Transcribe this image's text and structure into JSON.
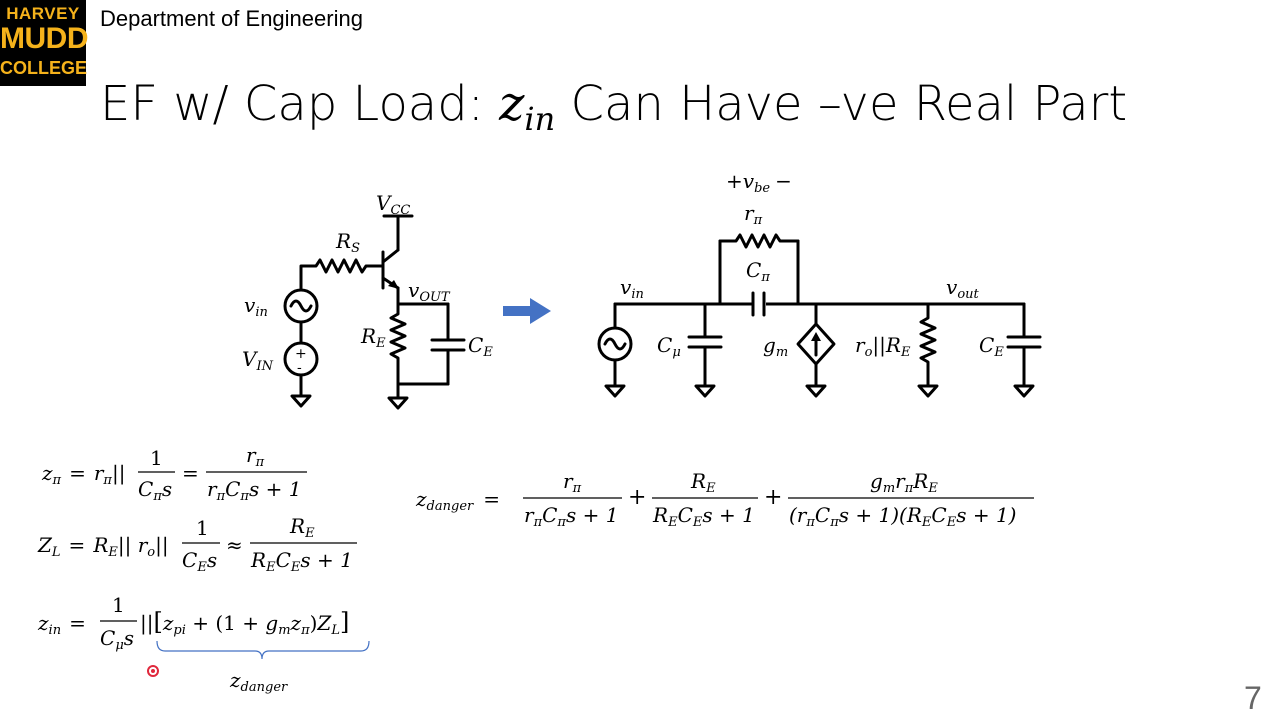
{
  "header": {
    "logo_line1": "HARVEY",
    "logo_line2": "MUDD",
    "logo_line3": "COLLEGE",
    "department": "Department of Engineering"
  },
  "title": {
    "prefix": "EF w/ Cap Load: ",
    "var_main": "z",
    "var_sub": "in",
    "suffix": " Can Have –ve Real Part"
  },
  "page_number": "7",
  "colors": {
    "arrow": "#4472c4",
    "brace": "#4472c4",
    "pointer": "#e0283c",
    "logo_bg": "#000000",
    "logo_text": "#f5b21b"
  },
  "left_circuit": {
    "vcc": {
      "m": "V",
      "s": "CC"
    },
    "rs": {
      "m": "R",
      "s": "S"
    },
    "vout": {
      "m": "v",
      "s": "OUT"
    },
    "vin": {
      "m": "v",
      "s": "in"
    },
    "vin_dc": {
      "m": "V",
      "s": "IN"
    },
    "re": {
      "m": "R",
      "s": "E"
    },
    "ce": {
      "m": "C",
      "s": "E"
    },
    "plus": "+",
    "minus": "-"
  },
  "right_circuit": {
    "vbe_plus": "+",
    "vbe": {
      "m": "v",
      "s": "be"
    },
    "vbe_minus": "−",
    "rpi": {
      "m": "r",
      "s": "π"
    },
    "cpi": {
      "m": "C",
      "s": "π"
    },
    "vin": {
      "m": "v",
      "s": "in"
    },
    "vout": {
      "m": "v",
      "s": "out"
    },
    "cmu": {
      "m": "C",
      "s": "μ"
    },
    "gm": {
      "m": "g",
      "s": "m"
    },
    "ro": {
      "m": "r",
      "s": "o"
    },
    "ro_sep": "||",
    "re": {
      "m": "R",
      "s": "E"
    },
    "ce": {
      "m": "C",
      "s": "E"
    }
  },
  "equations": {
    "zpi": {
      "lhs_m": "z",
      "lhs_s": "π",
      "eq": "=",
      "t1_m": "r",
      "t1_s": "π",
      "par": "||",
      "f1_num": "1",
      "f1_den": "C",
      "f1_den_s": "π",
      "f1_den_tail": "s",
      "eq2": "=",
      "f2_num_m": "r",
      "f2_num_s": "π",
      "f2_den": "r",
      "f2_den_s1": "π",
      "f2_den_mid": "C",
      "f2_den_s2": "π",
      "f2_den_tail": "s + 1"
    },
    "zl": {
      "lhs_m": "Z",
      "lhs_s": "L",
      "eq": "=",
      "t1_m": "R",
      "t1_s": "E",
      "par1": "|| ",
      "t2_m": "r",
      "t2_s": "o",
      "par2": "||",
      "f1_num": "1",
      "f1_den": "C",
      "f1_den_s": "E",
      "f1_den_tail": "s",
      "approx": "≈",
      "f2_num_m": "R",
      "f2_num_s": "E",
      "f2_den": "R",
      "f2_den_s1": "E",
      "f2_den_mid": "C",
      "f2_den_s2": "E",
      "f2_den_tail": "s + 1"
    },
    "zin": {
      "lhs_m": "z",
      "lhs_s": "in",
      "eq": "=",
      "f_num": "1",
      "f_den": "C",
      "f_den_s": "μ",
      "f_den_tail": "s",
      "par": "||",
      "open": "[",
      "t1_m": "z",
      "t1_s": "pi",
      "plus": " + (1 + ",
      "t2_m": "g",
      "t2_s": "m",
      "t3_m": "z",
      "t3_s": "π",
      "close_paren": ")",
      "t4_m": "Z",
      "t4_s": "L",
      "close": "]"
    },
    "brace_label": {
      "m": "z",
      "s": "danger"
    },
    "zdanger": {
      "lhs_m": "z",
      "lhs_s": "danger",
      "eq": "=",
      "f1_num_m": "r",
      "f1_num_s": "π",
      "f1_den": "r",
      "f1_den_s1": "π",
      "f1_den_mid": "C",
      "f1_den_s2": "π",
      "f1_den_tail": "s + 1",
      "plus1": "+",
      "f2_num_m": "R",
      "f2_num_s": "E",
      "f2_den": "R",
      "f2_den_s1": "E",
      "f2_den_mid": "C",
      "f2_den_s2": "E",
      "f2_den_tail": "s + 1",
      "plus2": "+",
      "f3_num_a": "g",
      "f3_num_as": "m",
      "f3_num_b": "r",
      "f3_num_bs": "π",
      "f3_num_c": "R",
      "f3_num_cs": "E",
      "f3_den_a": "(r",
      "f3_den_as": "π",
      "f3_den_b": "C",
      "f3_den_bs": "π",
      "f3_den_c": "s + 1)(R",
      "f3_den_cs": "E",
      "f3_den_d": "C",
      "f3_den_ds": "E",
      "f3_den_e": "s + 1)"
    }
  }
}
